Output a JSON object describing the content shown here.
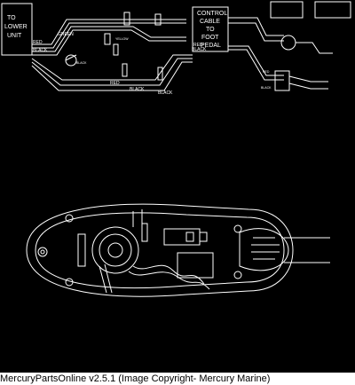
{
  "caption": "MercuryPartsOnline v2.5.1 (Image Copyright- Mercury Marine)",
  "schematic": {
    "lower_unit": [
      "TO",
      "LOWER",
      "UNIT"
    ],
    "control_cable": [
      "CONTROL",
      "CABLE",
      "TO",
      "FOOT",
      "PEDAL"
    ],
    "wire_labels": {
      "green": "GREEN",
      "yellow": "YELLOW",
      "black": "BLACK",
      "red_left": "RED",
      "black_left": "BLACK",
      "red_bottom": "RED",
      "black_bottom_1": "BLACK",
      "black_bottom_2": "BLACK",
      "red_mid": "RED",
      "black_mid": "BLACK",
      "red_right": "RED",
      "black_right": "BLACK"
    }
  },
  "colors": {
    "background": "#000000",
    "line": "#ffffff",
    "caption_bg": "#ffffff",
    "caption_text": "#000000"
  }
}
